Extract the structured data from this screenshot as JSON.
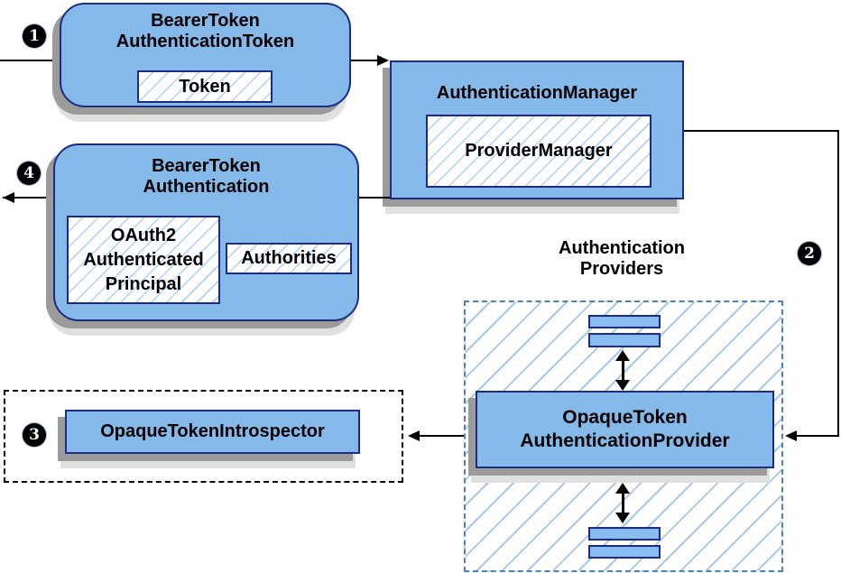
{
  "diagram": {
    "nodes": {
      "bearer_token_authentication_token": {
        "title_line1": "BearerToken",
        "title_line2": "AuthenticationToken",
        "inner_token": "Token"
      },
      "authentication_manager": {
        "title": "AuthenticationManager",
        "inner_provider_manager": "ProviderManager"
      },
      "bearer_token_authentication": {
        "title_line1": "BearerToken",
        "title_line2": "Authentication",
        "inner_principal_line1": "OAuth2",
        "inner_principal_line2": "Authenticated",
        "inner_principal_line3": "Principal",
        "inner_authorities": "Authorities"
      },
      "opaque_token_introspector": {
        "label": "OpaqueTokenIntrospector"
      },
      "authentication_providers": {
        "heading_line1": "Authentication",
        "heading_line2": "Providers",
        "provider_line1": "OpaqueToken",
        "provider_line2": "AuthenticationProvider"
      }
    },
    "steps": {
      "step1": "1",
      "step2": "2",
      "step3": "3",
      "step4": "4"
    },
    "colors": {
      "node_fill": "#85b9ea",
      "node_border": "#1c2c85",
      "inner_hatch_line": "#b1d0f2",
      "container_hatch_line": "#a5c8ec",
      "container_dash_border": "#4b7fc0",
      "introspector_dash_border": "#000000",
      "shadow_dark": "#9b9b9b",
      "shadow_light": "#e0e0e0",
      "connector": "#000000",
      "badge_background": "#000000",
      "badge_text": "#ffffff"
    }
  }
}
